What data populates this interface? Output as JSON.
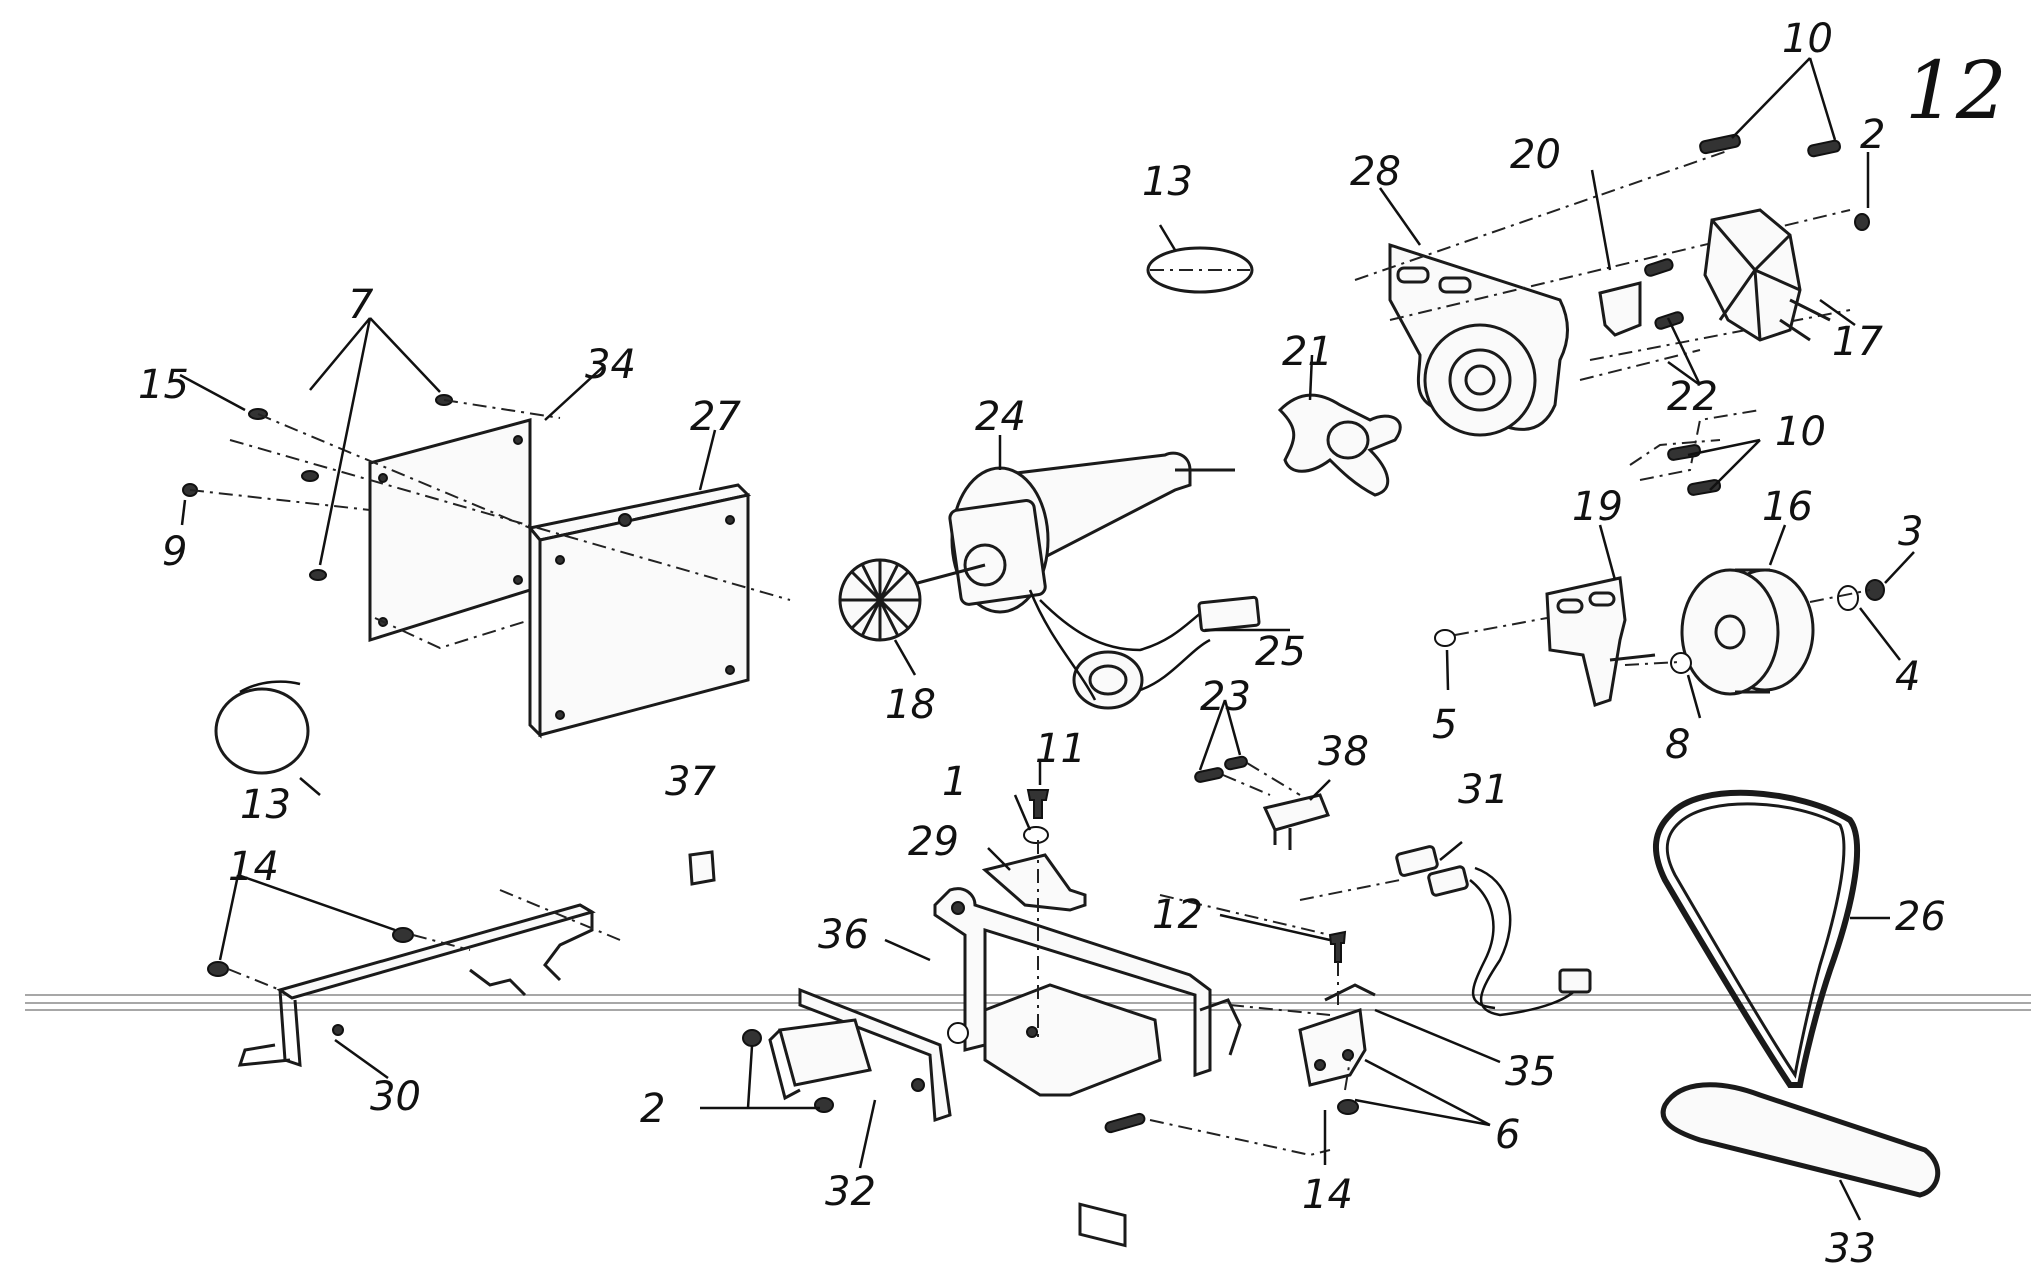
{
  "page_number": "12",
  "labels": {
    "p1": "1",
    "p2a": "2",
    "p2b": "2",
    "p3": "3",
    "p4": "4",
    "p5": "5",
    "p6": "6",
    "p7": "7",
    "p8": "8",
    "p9": "9",
    "p10a": "10",
    "p10b": "10",
    "p11": "11",
    "p12": "12",
    "p13a": "13",
    "p13b": "13",
    "p14a": "14",
    "p14b": "14",
    "p15": "15",
    "p16": "16",
    "p17": "17",
    "p18": "18",
    "p19": "19",
    "p20": "20",
    "p21": "21",
    "p22": "22",
    "p23": "23",
    "p24": "24",
    "p25": "25",
    "p26": "26",
    "p27": "27",
    "p28": "28",
    "p29": "29",
    "p30": "30",
    "p31": "31",
    "p32": "32",
    "p33": "33",
    "p34": "34",
    "p35": "35",
    "p36": "36",
    "p37": "37",
    "p38": "38"
  }
}
